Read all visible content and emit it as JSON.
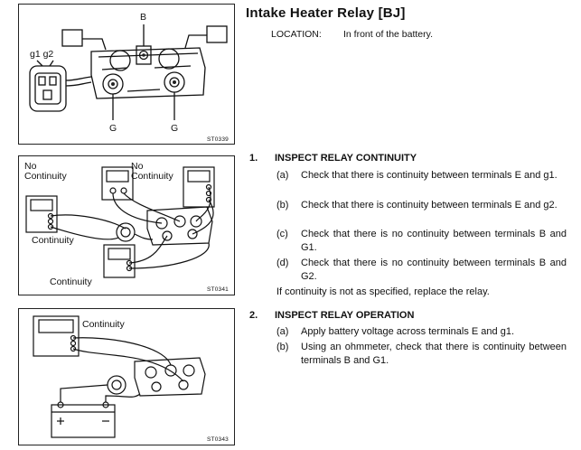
{
  "title": "Intake Heater Relay [BJ]",
  "location": {
    "key": "LOCATION:",
    "value": "In front of the battery."
  },
  "figures": {
    "fig1": {
      "code": "ST0339",
      "labels": {
        "g1g2": "g1 g2",
        "b": "B",
        "g_left": "G",
        "g_right": "G"
      }
    },
    "fig2": {
      "code": "ST0341",
      "labels": {
        "no_cont_1": "No\nContinuity",
        "no_cont_2": "No\nContinuity",
        "cont_left": "Continuity",
        "cont_bottom": "Continuity"
      }
    },
    "fig3": {
      "code": "ST0343",
      "labels": {
        "cont": "Continuity"
      }
    }
  },
  "sections": [
    {
      "num": "1.",
      "heading": "INSPECT RELAY CONTINUITY",
      "items": [
        {
          "mark": "(a)",
          "text": "Check that there is continuity between terminals E and g1."
        },
        {
          "mark": "(b)",
          "text": "Check that there is continuity between terminals E and g2."
        },
        {
          "mark": "(c)",
          "text": "Check that there is no continuity between terminals B and G1."
        },
        {
          "mark": "(d)",
          "text": "Check that there is no continuity between terminals B and G2."
        }
      ],
      "note": "If continuity is not as specified, replace the relay."
    },
    {
      "num": "2.",
      "heading": "INSPECT RELAY OPERATION",
      "items": [
        {
          "mark": "(a)",
          "text": "Apply battery voltage across terminals E and g1."
        },
        {
          "mark": "(b)",
          "text": "Using an ohmmeter, check that there is continuity between terminals B and G1."
        }
      ]
    }
  ]
}
